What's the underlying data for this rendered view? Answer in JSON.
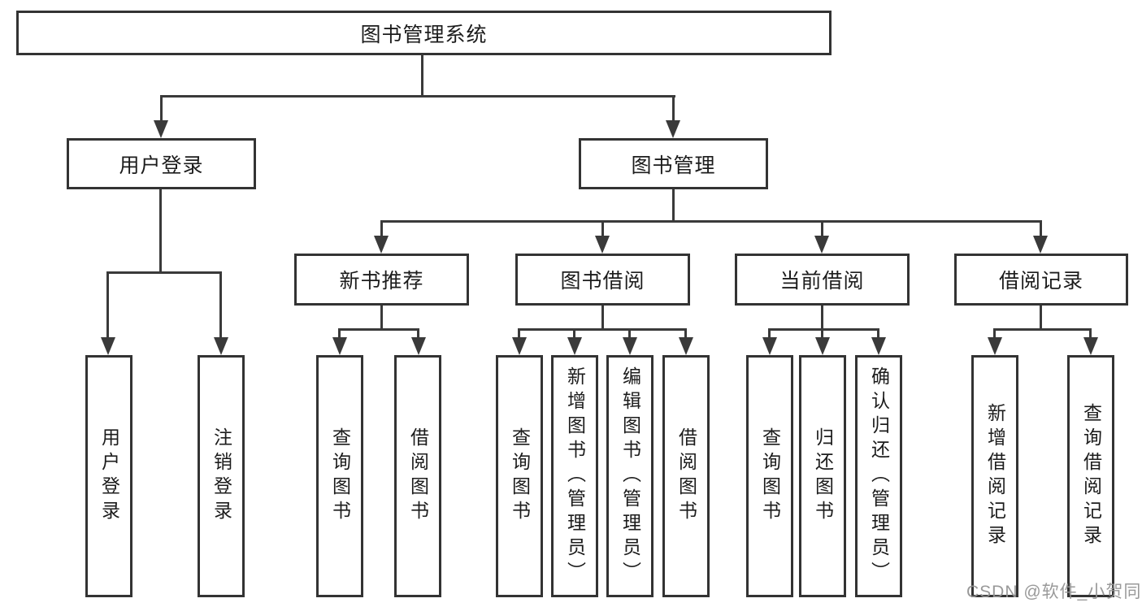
{
  "tree": {
    "root": {
      "label": "图书管理系统"
    },
    "branches": [
      {
        "label": "用户登录",
        "children": [
          {
            "label": "用户登录"
          },
          {
            "label": "注销登录"
          }
        ]
      },
      {
        "label": "图书管理",
        "children": [
          {
            "label": "新书推荐",
            "children": [
              {
                "label": "查询图书"
              },
              {
                "label": "借阅图书"
              }
            ]
          },
          {
            "label": "图书借阅",
            "children": [
              {
                "label": "查询图书"
              },
              {
                "label": "新增图书（管理员）"
              },
              {
                "label": "编辑图书（管理员）"
              },
              {
                "label": "借阅图书"
              }
            ]
          },
          {
            "label": "当前借阅",
            "children": [
              {
                "label": "查询图书"
              },
              {
                "label": "归还图书"
              },
              {
                "label": "确认归还（管理员）"
              }
            ]
          },
          {
            "label": "借阅记录",
            "children": [
              {
                "label": "新增借阅记录"
              },
              {
                "label": "查询借阅记录"
              }
            ]
          }
        ]
      }
    ]
  },
  "watermark": {
    "text": "CSDN @软件_小贺同学"
  },
  "colors": {
    "line": "#3a3a3a",
    "border": "#333333",
    "text": "#1c1c1c",
    "watermark": "#949494",
    "background": "#ffffff"
  }
}
